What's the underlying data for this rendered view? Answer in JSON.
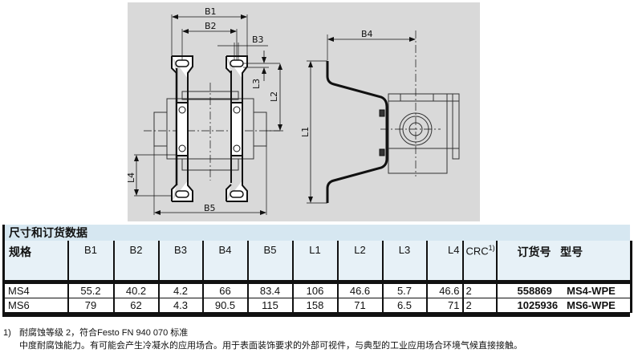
{
  "drawing": {
    "labels": {
      "b1": "B1",
      "b2": "B2",
      "b3": "B3",
      "b4": "B4",
      "b5": "B5",
      "l1": "L1",
      "l2": "L2",
      "l3": "L3",
      "l4": "L4"
    }
  },
  "table": {
    "title": "尺寸和订货数据",
    "headers": {
      "spec": "规格",
      "b1": "B1",
      "b2": "B2",
      "b3": "B3",
      "b4": "B4",
      "b5": "B5",
      "l1": "L1",
      "l2": "L2",
      "l3": "L3",
      "l4": "L4",
      "crc": "CRC",
      "crc_sup": "1)",
      "order": "订货号   型号"
    },
    "rows": [
      {
        "spec": "MS4",
        "b1": "55.2",
        "b2": "40.2",
        "b3": "4.2",
        "b4": "66",
        "b5": "83.4",
        "l1": "106",
        "l2": "46.6",
        "l3": "5.7",
        "l4": "46.6",
        "crc": "2",
        "part_no": "558869",
        "type": "MS4-WPE"
      },
      {
        "spec": "MS6",
        "b1": "79",
        "b2": "62",
        "b3": "4.3",
        "b4": "90.5",
        "b5": "115",
        "l1": "158",
        "l2": "71",
        "l3": "6.5",
        "l4": "71",
        "crc": "2",
        "part_no": "1025936",
        "type": "MS6-WPE"
      }
    ]
  },
  "footnote": {
    "mark": "1)",
    "line1": "耐腐蚀等级 2，符合Festo FN 940 070 标准",
    "line2": "中度耐腐蚀能力。有可能会产生冷凝水的应用场合。用于表面装饰要求的外部可视件，与典型的工业应用场合环境气候直接接触。"
  }
}
